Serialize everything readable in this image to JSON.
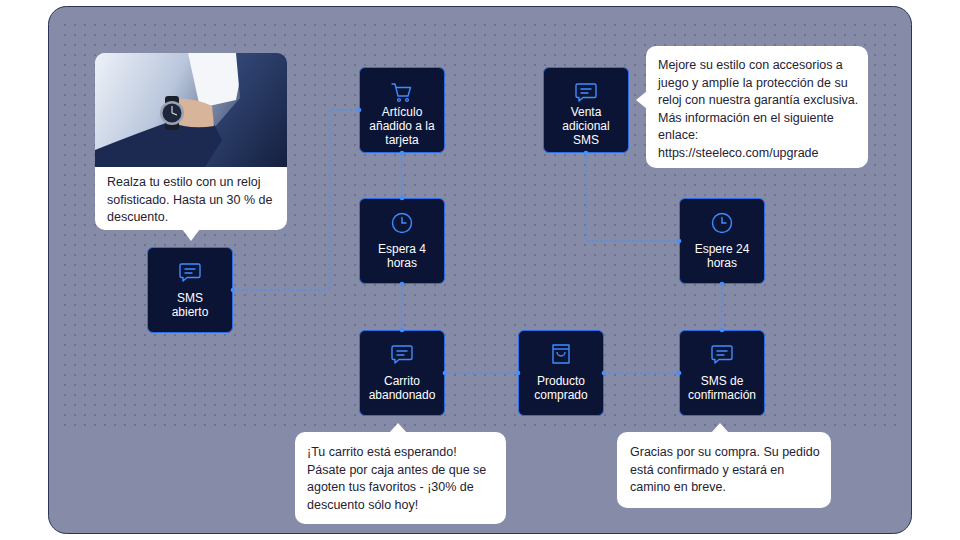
{
  "diagram": {
    "nodes": [
      {
        "text": [
          "Realza tu estilo con un reloj sofisticado. Hasta un 30 % de descuento."
        ]
      },
      {
        "text": [
          "SMS abierto"
        ]
      },
      {
        "text": [
          "Artículo añadido a la tarjeta"
        ]
      },
      {
        "text": [
          "Espera 4 horas"
        ]
      },
      {
        "text": [
          "Carrito abandonado"
        ]
      },
      {
        "text": [
          "¡Tu carrito está esperando! Pásate por caja antes de que se agoten tus favoritos - ¡30% de descuento sólo hoy!"
        ]
      },
      {
        "text": [
          "Producto comprado"
        ]
      },
      {
        "text": [
          "SMS de confirmación"
        ]
      },
      {
        "text": [
          "Gracias por su compra. Su pedido está confirmado y estará en camino en breve."
        ]
      },
      {
        "text": [
          "Espere 24 horas"
        ]
      },
      {
        "text": [
          "Venta adicional SMS"
        ]
      },
      {
        "text": [
          "Mejore su estilo con accesorios a juego y amplíe la protección de su reloj con nuestra garantía exclusiva. Más información en el siguiente enlace: https://steeleco.com/upgrade"
        ]
      }
    ],
    "edges": [
      {
        "from": 1,
        "to": 2,
        "arrow": "none"
      },
      {
        "from": 2,
        "to": 3,
        "arrow": "none"
      },
      {
        "from": 3,
        "to": 4,
        "arrow": "none"
      },
      {
        "from": 4,
        "to": 6,
        "arrow": "none"
      },
      {
        "from": 6,
        "to": 7,
        "arrow": "none"
      },
      {
        "from": 7,
        "to": 9,
        "arrow": "none"
      },
      {
        "from": 9,
        "to": 10,
        "arrow": "none"
      }
    ]
  }
}
